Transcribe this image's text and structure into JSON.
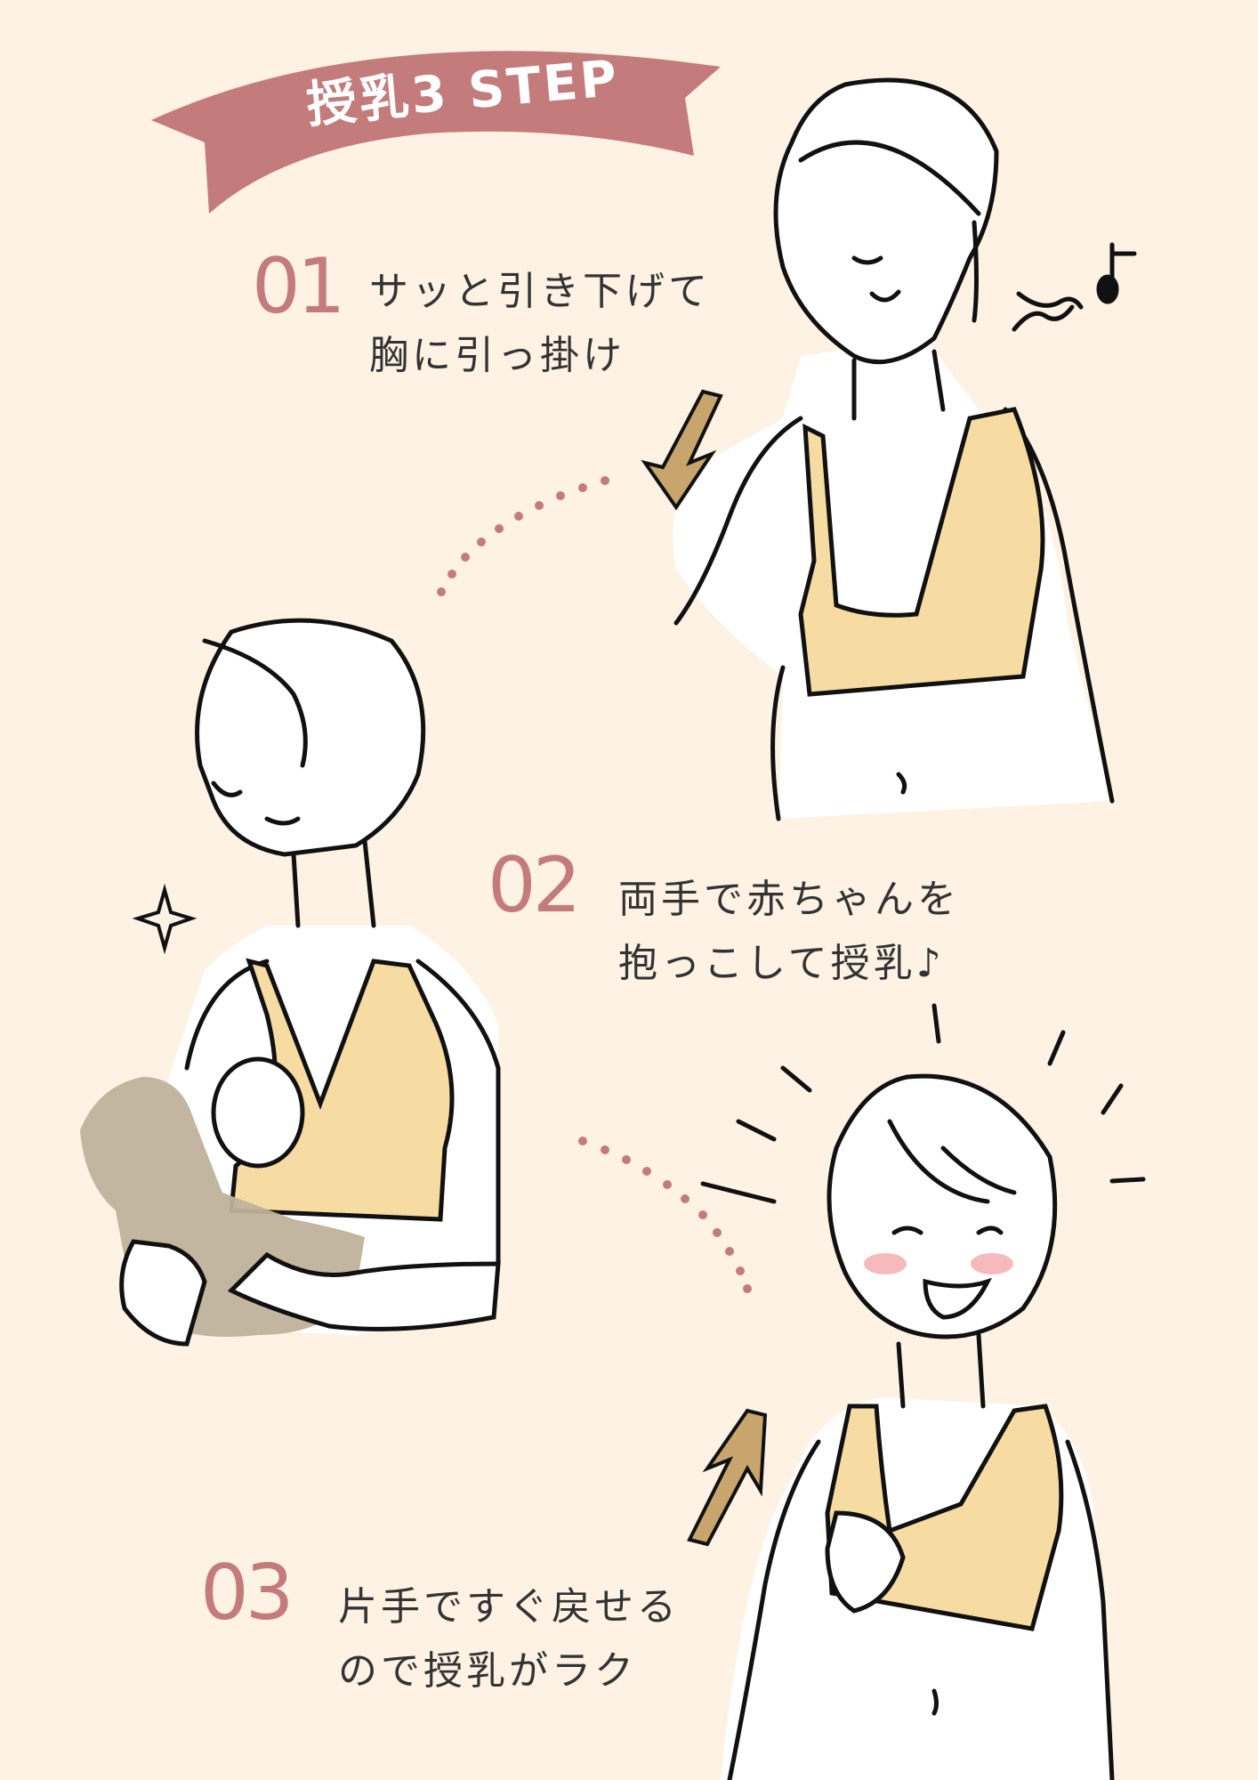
{
  "banner": {
    "title": "授乳3 STEP",
    "color": "#c47b7c"
  },
  "steps": [
    {
      "number": "01",
      "line1": "サッと引き下げて",
      "line2": "胸に引っ掛け"
    },
    {
      "number": "02",
      "line1": "両手で赤ちゃんを",
      "line2": "抱っこして授乳♪"
    },
    {
      "number": "03",
      "line1": "片手ですぐ戻せる",
      "line2": "ので授乳がラク"
    }
  ],
  "colors": {
    "background": "#fdf2e3",
    "accent": "#c47b7c",
    "bra": "#f6dca2",
    "arrow": "#c9a56e",
    "baby": "#bfb29c",
    "blush": "#f4a9ad",
    "text": "#333333"
  },
  "illustrations": [
    {
      "name": "woman-pulling-down-bra",
      "step": "01"
    },
    {
      "name": "woman-breastfeeding-baby",
      "step": "02"
    },
    {
      "name": "woman-smiling-bra-restored",
      "step": "03"
    }
  ]
}
